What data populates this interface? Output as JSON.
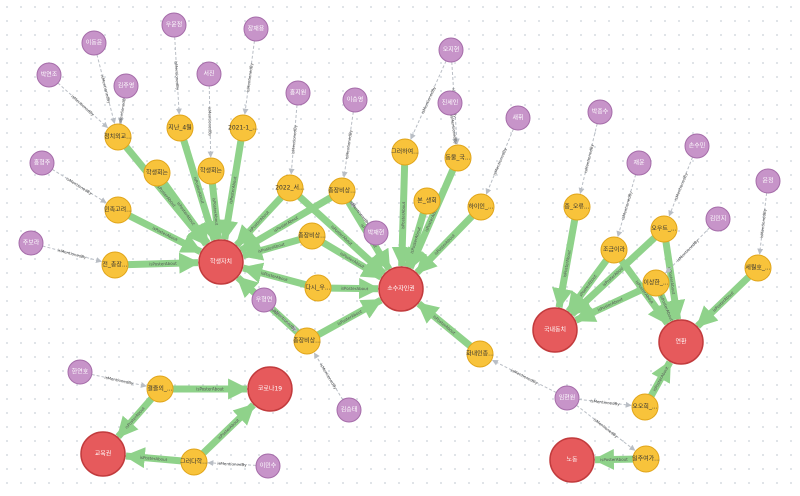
{
  "colors": {
    "hub": "#e65a5c",
    "hub_stroke": "#c23b3d",
    "topic": "#f8c33b",
    "topic_stroke": "#e0a418",
    "entity": "#c794c9",
    "entity_stroke": "#a56ca9",
    "strong_edge": "#8fd28a",
    "weak_edge": "#b9bec5",
    "background": "#ffffff"
  },
  "relation_labels": {
    "strong": "isPosterAbout",
    "weak": "isMentionedBy"
  },
  "nodes": [
    {
      "id": "h1",
      "type": "hub",
      "label": "학생자치"
    },
    {
      "id": "h2",
      "type": "hub",
      "label": "소수자인권"
    },
    {
      "id": "h3",
      "type": "hub",
      "label": "국내동치"
    },
    {
      "id": "h4",
      "type": "hub",
      "label": "연환"
    },
    {
      "id": "h5",
      "type": "hub",
      "label": "코로나19"
    },
    {
      "id": "h6",
      "type": "hub",
      "label": "교육권"
    },
    {
      "id": "h7",
      "type": "hub",
      "label": "노동"
    },
    {
      "id": "t1",
      "type": "topic",
      "label": "정치외교..."
    },
    {
      "id": "t2",
      "type": "topic",
      "label": "지난_4월"
    },
    {
      "id": "t3",
      "type": "topic",
      "label": "2021-1_..."
    },
    {
      "id": "t4",
      "type": "topic",
      "label": "학생회는"
    },
    {
      "id": "t5",
      "type": "topic",
      "label": "학생회는"
    },
    {
      "id": "t6",
      "type": "topic",
      "label": "민족고려..."
    },
    {
      "id": "t7",
      "type": "topic",
      "label": "전_총장..."
    },
    {
      "id": "t8",
      "type": "topic",
      "label": "2022_서..."
    },
    {
      "id": "t9",
      "type": "topic",
      "label": "총장비상..."
    },
    {
      "id": "t10",
      "type": "topic",
      "label": "총장비상..."
    },
    {
      "id": "t11",
      "type": "topic",
      "label": "다시_우..."
    },
    {
      "id": "t12",
      "type": "topic",
      "label": "총장비상..."
    },
    {
      "id": "t13",
      "type": "topic",
      "label": "그러하여..."
    },
    {
      "id": "t14",
      "type": "topic",
      "label": "동물_국..."
    },
    {
      "id": "t15",
      "type": "topic",
      "label": "본_생회"
    },
    {
      "id": "t16",
      "type": "topic",
      "label": "하이인_..."
    },
    {
      "id": "t17",
      "type": "topic",
      "label": "화내인종..."
    },
    {
      "id": "t18",
      "type": "topic",
      "label": "종_오류..."
    },
    {
      "id": "t19",
      "type": "topic",
      "label": "조금이라"
    },
    {
      "id": "t20",
      "type": "topic",
      "label": "오우트_..."
    },
    {
      "id": "t21",
      "type": "topic",
      "label": "이상한_..."
    },
    {
      "id": "t22",
      "type": "topic",
      "label": "세월호_..."
    },
    {
      "id": "t23",
      "type": "topic",
      "label": "오오희_..."
    },
    {
      "id": "t24",
      "type": "topic",
      "label": "결즐의_..."
    },
    {
      "id": "t25",
      "type": "topic",
      "label": "그러다학..."
    },
    {
      "id": "t26",
      "type": "topic",
      "label": "일주여가..."
    },
    {
      "id": "e1",
      "type": "entity",
      "label": "박연조"
    },
    {
      "id": "e2",
      "type": "entity",
      "label": "이동윤"
    },
    {
      "id": "e3",
      "type": "entity",
      "label": "우윤정"
    },
    {
      "id": "e4",
      "type": "entity",
      "label": "장재용"
    },
    {
      "id": "e5",
      "type": "entity",
      "label": "김주영"
    },
    {
      "id": "e6",
      "type": "entity",
      "label": "서진"
    },
    {
      "id": "e7",
      "type": "entity",
      "label": "홍형주"
    },
    {
      "id": "e8",
      "type": "entity",
      "label": "주보라"
    },
    {
      "id": "e9",
      "type": "entity",
      "label": "홍지원"
    },
    {
      "id": "e10",
      "type": "entity",
      "label": "이승영"
    },
    {
      "id": "e11",
      "type": "entity",
      "label": "오지현"
    },
    {
      "id": "e12",
      "type": "entity",
      "label": "진세인"
    },
    {
      "id": "e13",
      "type": "entity",
      "label": "새휘"
    },
    {
      "id": "e14",
      "type": "entity",
      "label": "박재현"
    },
    {
      "id": "e15",
      "type": "entity",
      "label": "우형연"
    },
    {
      "id": "e16",
      "type": "entity",
      "label": "박종수"
    },
    {
      "id": "e17",
      "type": "entity",
      "label": "재윤"
    },
    {
      "id": "e18",
      "type": "entity",
      "label": "손수민"
    },
    {
      "id": "e19",
      "type": "entity",
      "label": "김민지"
    },
    {
      "id": "e20",
      "type": "entity",
      "label": "윤정"
    },
    {
      "id": "e21",
      "type": "entity",
      "label": "한연호"
    },
    {
      "id": "e22",
      "type": "entity",
      "label": "김승태"
    },
    {
      "id": "e23",
      "type": "entity",
      "label": "임현원"
    },
    {
      "id": "e24",
      "type": "entity",
      "label": "이민수"
    }
  ],
  "edges": [
    {
      "from": "t1",
      "to": "h1",
      "kind": "strong"
    },
    {
      "from": "t2",
      "to": "h1",
      "kind": "strong"
    },
    {
      "from": "t3",
      "to": "h1",
      "kind": "strong"
    },
    {
      "from": "t4",
      "to": "h1",
      "kind": "strong"
    },
    {
      "from": "t5",
      "to": "h1",
      "kind": "strong"
    },
    {
      "from": "t6",
      "to": "h1",
      "kind": "strong"
    },
    {
      "from": "t7",
      "to": "h1",
      "kind": "strong"
    },
    {
      "from": "t8",
      "to": "h1",
      "kind": "strong"
    },
    {
      "from": "t9",
      "to": "h1",
      "kind": "strong"
    },
    {
      "from": "t11",
      "to": "h1",
      "kind": "strong"
    },
    {
      "from": "t10",
      "to": "h1",
      "kind": "strong"
    },
    {
      "from": "t10",
      "to": "h2",
      "kind": "strong"
    },
    {
      "from": "t9",
      "to": "h2",
      "kind": "strong"
    },
    {
      "from": "t8",
      "to": "h2",
      "kind": "strong"
    },
    {
      "from": "t11",
      "to": "h2",
      "kind": "strong"
    },
    {
      "from": "t12",
      "to": "h2",
      "kind": "strong"
    },
    {
      "from": "t12",
      "to": "h1",
      "kind": "strong"
    },
    {
      "from": "t13",
      "to": "h2",
      "kind": "strong"
    },
    {
      "from": "t14",
      "to": "h2",
      "kind": "strong"
    },
    {
      "from": "t15",
      "to": "h2",
      "kind": "strong"
    },
    {
      "from": "t16",
      "to": "h2",
      "kind": "strong"
    },
    {
      "from": "t17",
      "to": "h2",
      "kind": "strong"
    },
    {
      "from": "t18",
      "to": "h3",
      "kind": "strong"
    },
    {
      "from": "t19",
      "to": "h3",
      "kind": "strong"
    },
    {
      "from": "t20",
      "to": "h3",
      "kind": "strong"
    },
    {
      "from": "t21",
      "to": "h3",
      "kind": "strong"
    },
    {
      "from": "t19",
      "to": "h4",
      "kind": "strong"
    },
    {
      "from": "t20",
      "to": "h4",
      "kind": "strong"
    },
    {
      "from": "t21",
      "to": "h4",
      "kind": "strong"
    },
    {
      "from": "t22",
      "to": "h4",
      "kind": "strong"
    },
    {
      "from": "t23",
      "to": "h4",
      "kind": "strong"
    },
    {
      "from": "t24",
      "to": "h5",
      "kind": "strong"
    },
    {
      "from": "t24",
      "to": "h6",
      "kind": "strong"
    },
    {
      "from": "t25",
      "to": "h6",
      "kind": "strong"
    },
    {
      "from": "t25",
      "to": "h5",
      "kind": "strong"
    },
    {
      "from": "t26",
      "to": "h7",
      "kind": "strong"
    },
    {
      "from": "e1",
      "to": "t1",
      "kind": "weak"
    },
    {
      "from": "e2",
      "to": "t1",
      "kind": "weak"
    },
    {
      "from": "e5",
      "to": "t1",
      "kind": "weak"
    },
    {
      "from": "e3",
      "to": "t2",
      "kind": "weak"
    },
    {
      "from": "e6",
      "to": "t5",
      "kind": "weak"
    },
    {
      "from": "e4",
      "to": "t3",
      "kind": "weak"
    },
    {
      "from": "e7",
      "to": "t6",
      "kind": "weak"
    },
    {
      "from": "e8",
      "to": "t7",
      "kind": "weak"
    },
    {
      "from": "e9",
      "to": "t8",
      "kind": "weak"
    },
    {
      "from": "e10",
      "to": "t9",
      "kind": "weak"
    },
    {
      "from": "e11",
      "to": "t13",
      "kind": "weak"
    },
    {
      "from": "e11",
      "to": "t14",
      "kind": "weak"
    },
    {
      "from": "e12",
      "to": "t14",
      "kind": "weak"
    },
    {
      "from": "e13",
      "to": "t16",
      "kind": "weak"
    },
    {
      "from": "e14",
      "to": "t9",
      "kind": "weak"
    },
    {
      "from": "e15",
      "to": "t12",
      "kind": "weak"
    },
    {
      "from": "e22",
      "to": "t12",
      "kind": "weak"
    },
    {
      "from": "e16",
      "to": "t18",
      "kind": "weak"
    },
    {
      "from": "e17",
      "to": "t19",
      "kind": "weak"
    },
    {
      "from": "e18",
      "to": "t20",
      "kind": "weak"
    },
    {
      "from": "e19",
      "to": "t21",
      "kind": "weak"
    },
    {
      "from": "e20",
      "to": "t22",
      "kind": "weak"
    },
    {
      "from": "e21",
      "to": "t24",
      "kind": "weak"
    },
    {
      "from": "e23",
      "to": "t17",
      "kind": "weak"
    },
    {
      "from": "e23",
      "to": "t23",
      "kind": "weak"
    },
    {
      "from": "e23",
      "to": "t26",
      "kind": "weak"
    },
    {
      "from": "e24",
      "to": "t25",
      "kind": "weak"
    }
  ]
}
